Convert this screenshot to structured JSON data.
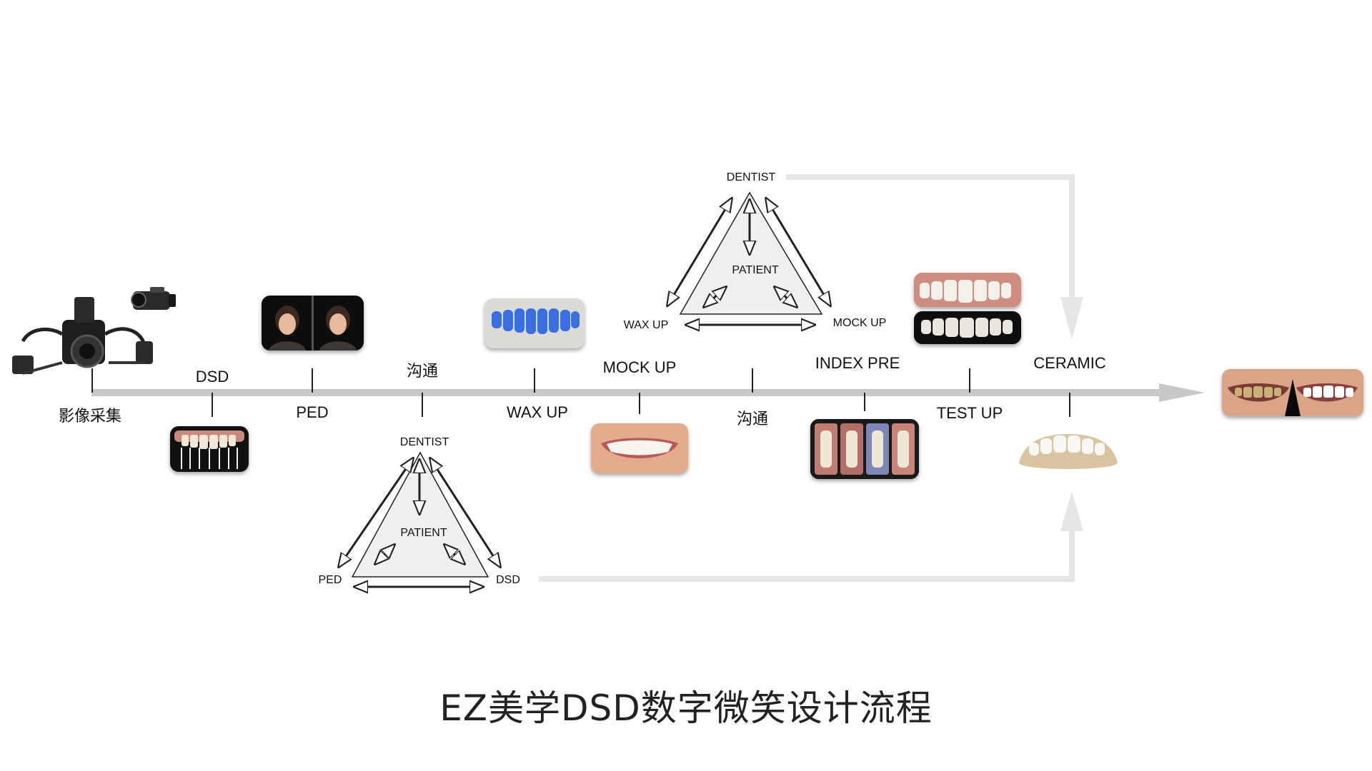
{
  "title": "EZ美学DSD数字微笑设计流程",
  "timeline": {
    "upper_labels": [
      "DSD",
      "沟通",
      "MOCK UP",
      "INDEX PRE",
      "CERAMIC"
    ],
    "lower_labels": [
      "影像采集",
      "PED",
      "WAX UP",
      "沟通",
      "TEST UP"
    ]
  },
  "triangle_bottom": {
    "top": "DENTIST",
    "center": "PATIENT",
    "left": "PED",
    "right": "DSD"
  },
  "triangle_top": {
    "top": "DENTIST",
    "center": "PATIENT",
    "left": "WAX UP",
    "right": "MOCK UP"
  },
  "images": [
    "camera-rig",
    "video-camera",
    "dsd-teeth-grid",
    "patient-portraits",
    "blue-wax-model",
    "smile-mockup",
    "test-teeth-stack",
    "index-pre-photos",
    "ceramic-crown-model",
    "before-after-smile"
  ],
  "colors": {
    "timeline": "#c8c8c8",
    "connector": "#e6e6e6",
    "triangle_fill": "#efefef",
    "text": "#111111"
  }
}
